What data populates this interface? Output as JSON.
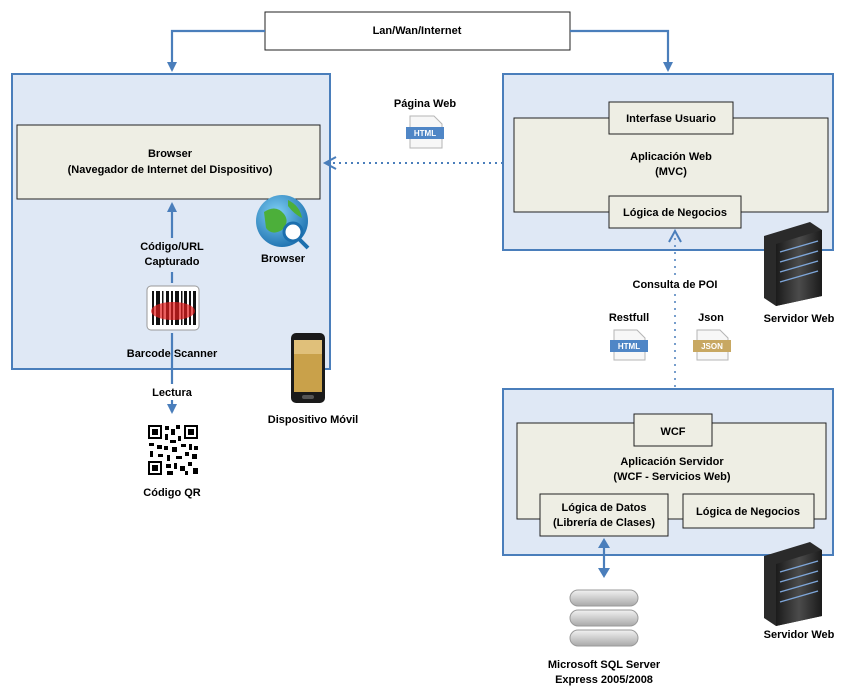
{
  "network": {
    "label": "Lan/Wan/Internet"
  },
  "mobile": {
    "browser_title": "Browser",
    "browser_subtitle": "(Navegador de Internet del Dispositivo)",
    "captured_line1": "Código/URL",
    "captured_line2": "Capturado",
    "browser_icon_label": "Browser",
    "scanner_label": "Barcode Scanner",
    "device_label": "Dispositivo Móvil",
    "read_label": "Lectura",
    "qr_label": "Código QR"
  },
  "web_page": {
    "label": "Página Web",
    "icon_text": "HTML"
  },
  "web_server": {
    "ui_label": "Interfase Usuario",
    "app_title": "Aplicación Web",
    "app_subtitle": "(MVC)",
    "logic_label": "Lógica de Negocios",
    "server_label": "Servidor Web"
  },
  "query": {
    "label": "Consulta de POI",
    "restful_label": "Restfull",
    "restful_icon_text": "HTML",
    "json_label": "Json",
    "json_icon_text": "JSON"
  },
  "app_server": {
    "wcf_label": "WCF",
    "app_title": "Aplicación Servidor",
    "app_subtitle": "(WCF - Servicios Web)",
    "data_line1": "Lógica de Datos",
    "data_line2": "(Librería de Clases)",
    "logic_label": "Lógica de Negocios",
    "server_label": "Servidor Web"
  },
  "database": {
    "line1": "Microsoft SQL Server",
    "line2": "Express 2005/2008"
  },
  "colors": {
    "zone_fill": "#dfe8f5",
    "zone_border": "#4a7ebb",
    "panel_fill": "#eeeee4",
    "arrow": "#4a7ebb"
  }
}
